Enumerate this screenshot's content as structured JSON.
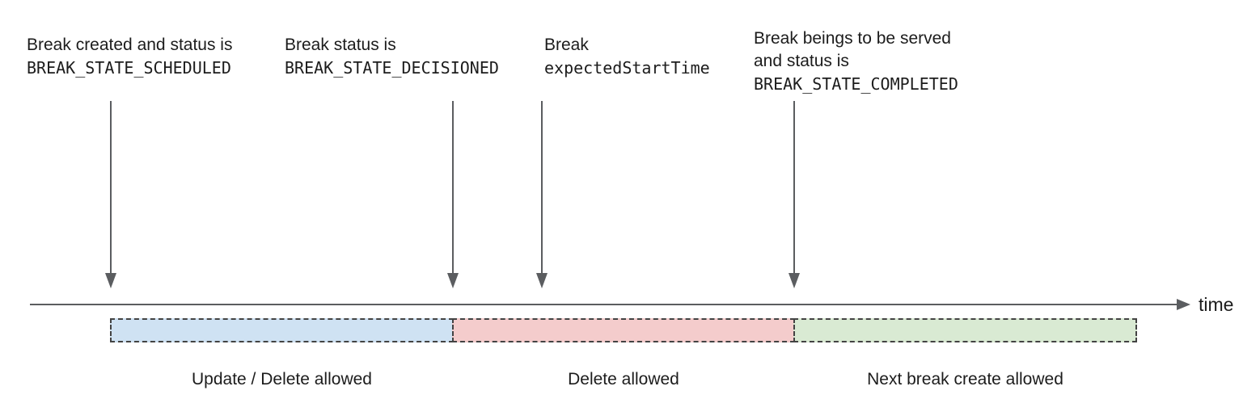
{
  "annotations": [
    {
      "line1": "Break created and status is",
      "line2": "BREAK_STATE_SCHEDULED"
    },
    {
      "line1": "Break status is",
      "line2": "BREAK_STATE_DECISIONED"
    },
    {
      "line1": "Break",
      "line2": "expectedStartTime"
    },
    {
      "line1": "Break beings to be served",
      "line2": "and status is",
      "line3": "BREAK_STATE_COMPLETED"
    }
  ],
  "axis": {
    "label": "time"
  },
  "segments": [
    {
      "label": "Update / Delete allowed",
      "color": "#cfe2f3"
    },
    {
      "label": "Delete allowed",
      "color": "#f4cccc"
    },
    {
      "label": "Next break create allowed",
      "color": "#d9ead3"
    }
  ],
  "colors": {
    "segment_border": "#434343",
    "arrow_gray": "#5b5d60",
    "text": "#1c1c1c"
  }
}
